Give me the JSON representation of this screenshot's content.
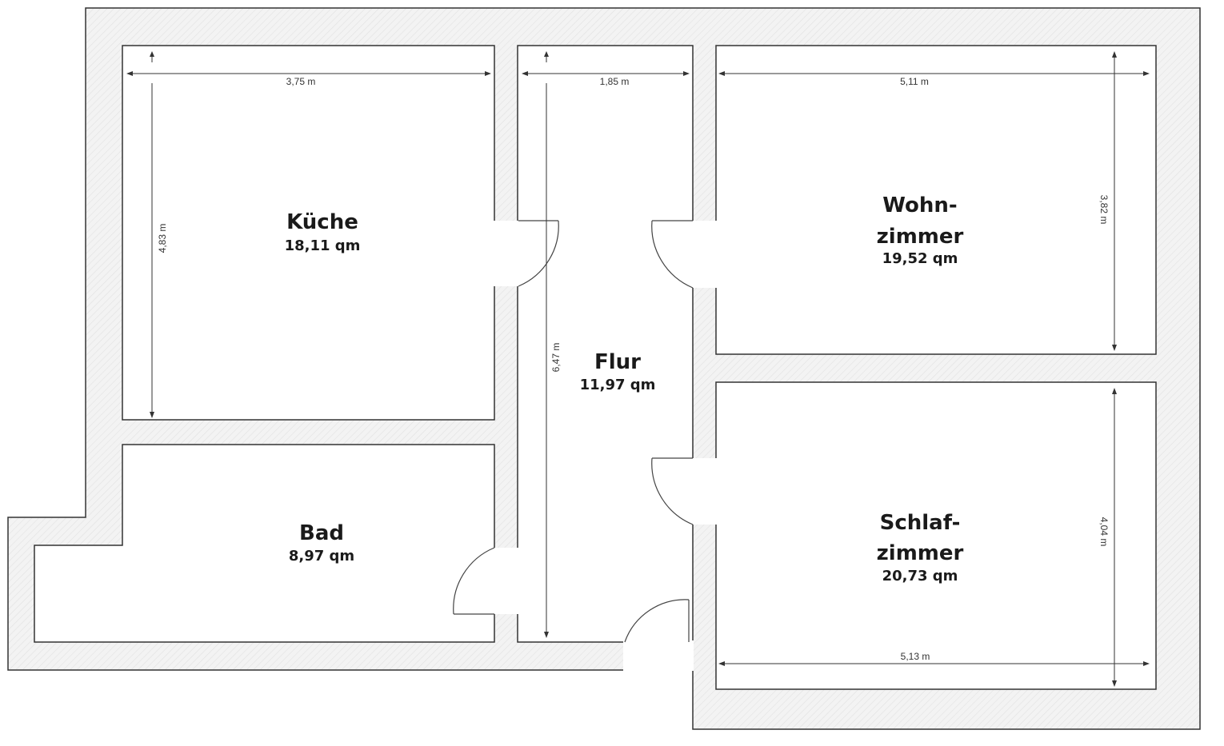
{
  "rooms": {
    "kueche": {
      "name": "Küche",
      "area": "18,11 qm"
    },
    "flur": {
      "name": "Flur",
      "area": "11,97 qm"
    },
    "wohnzimmer": {
      "name_line1": "Wohn-",
      "name_line2": "zimmer",
      "area": "19,52 qm"
    },
    "bad": {
      "name": "Bad",
      "area": "8,97 qm"
    },
    "schlafzimmer": {
      "name_line1": "Schlaf-",
      "name_line2": "zimmer",
      "area": "20,73 qm"
    }
  },
  "dimensions": {
    "kueche_width": "3,75 m",
    "kueche_height": "4,83 m",
    "flur_width": "1,85 m",
    "flur_height": "6,47 m",
    "wohnzimmer_width": "5,11 m",
    "wohnzimmer_height": "3,82 m",
    "schlafzimmer_width": "5,13 m",
    "schlafzimmer_height": "4,04 m"
  },
  "colors": {
    "wall_fill": "#f3f3f3",
    "wall_outline": "#333333",
    "room_fill": "#ffffff",
    "text": "#1a1a1a"
  }
}
